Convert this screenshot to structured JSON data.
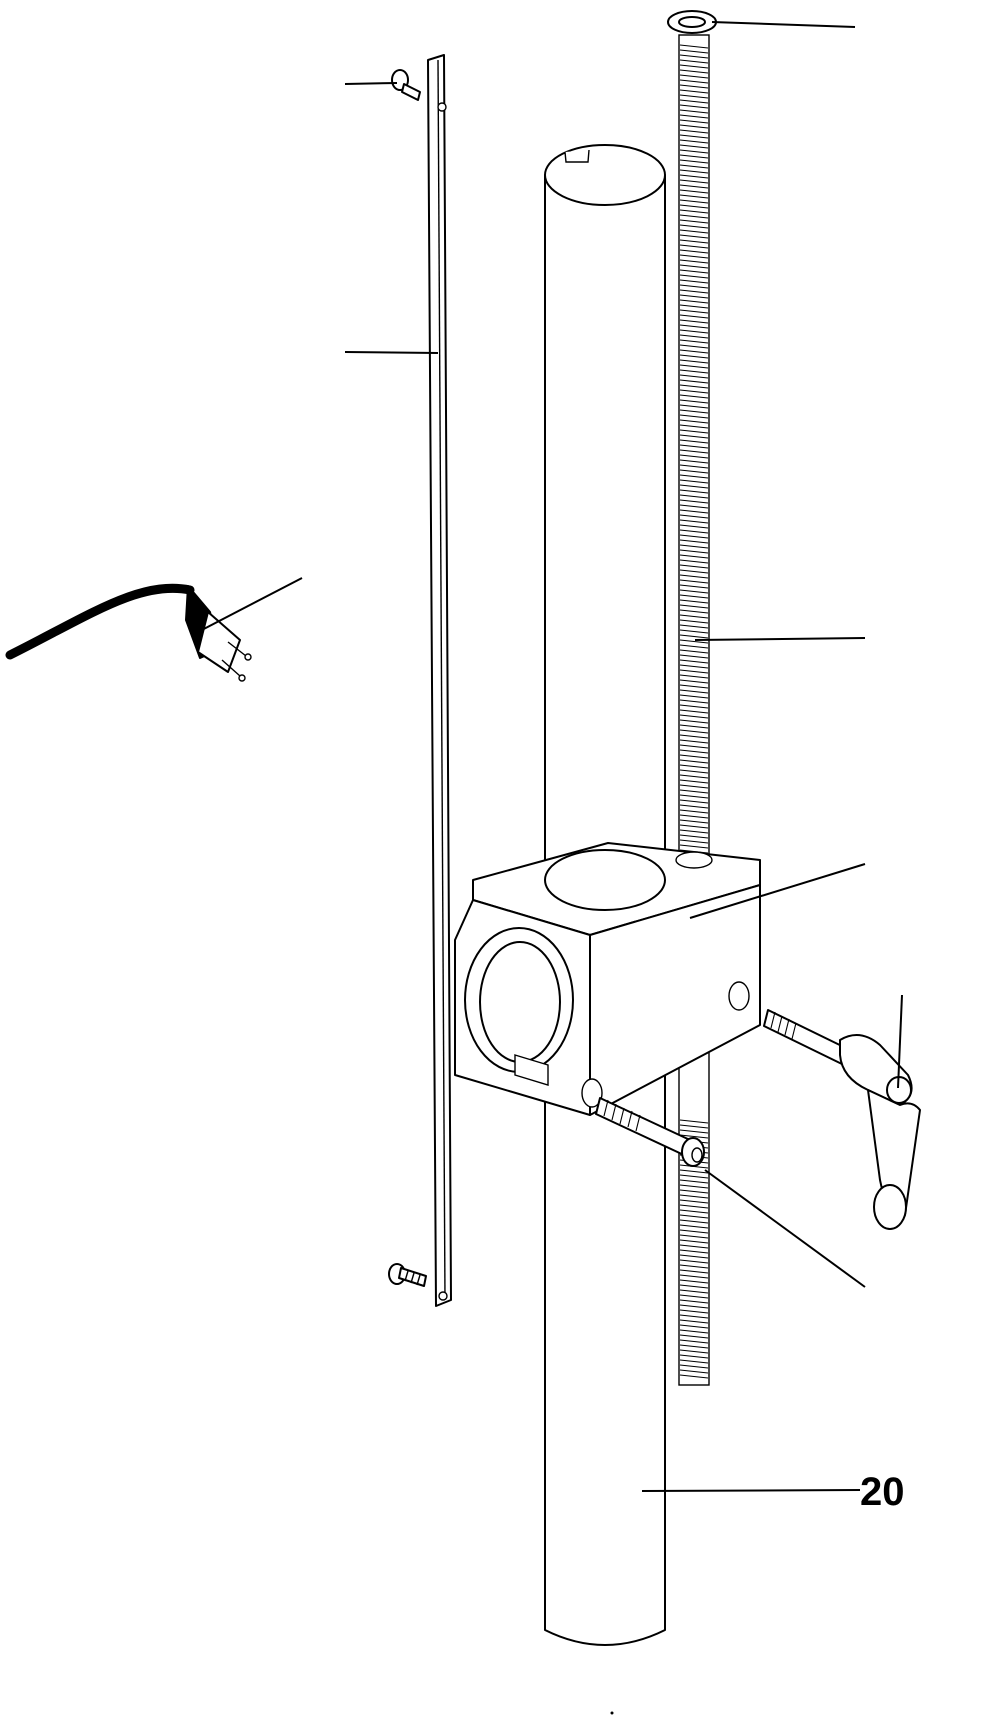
{
  "diagram": {
    "type": "exploded-parts-drawing",
    "colors": {
      "line": "#000000",
      "background": "#ffffff"
    },
    "callouts": [
      {
        "id": "column",
        "label": "20"
      }
    ]
  }
}
